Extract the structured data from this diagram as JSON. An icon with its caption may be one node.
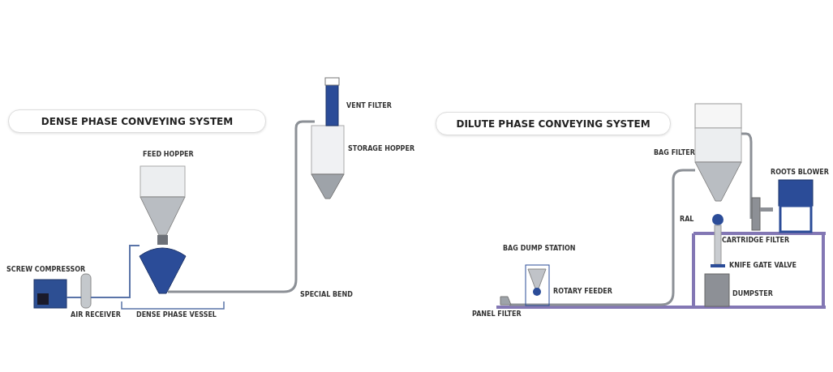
{
  "diagram": {
    "nodes": [
      {
        "text": [
          "DENSE PHASE CONVEYING SYSTEM"
        ]
      },
      {
        "text": [
          "DILUTE PHASE CONVEYING SYSTEM"
        ]
      }
    ],
    "labels": [
      "VENT FILTER",
      "STORAGE HOPPER",
      "FEED HOPPER",
      "SCREW COMPRESSOR",
      "SPECIAL BEND",
      "AIR RECEIVER",
      "DENSE PHASE VESSEL",
      "BAG FILTER",
      "ROOTS BLOWER",
      "RAL",
      "CARTRIDGE FILTER",
      "BAG DUMP STATION",
      "KNIFE GATE VALVE",
      "ROTARY FEEDER",
      "DUMPSTER",
      "PANEL FILTER"
    ]
  }
}
